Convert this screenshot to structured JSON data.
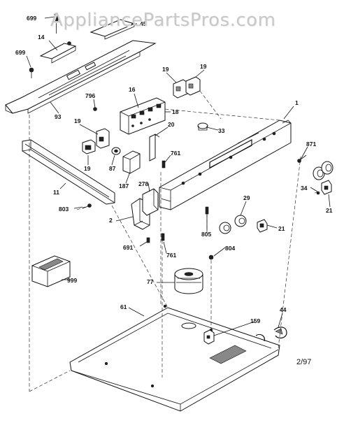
{
  "watermark": "AppliancePartsPros.com",
  "date_stamp": "2/97",
  "part_labels": {
    "p699a": "699",
    "p699b": "699",
    "p14": "14",
    "p45": "45",
    "p93": "93",
    "p796": "796",
    "p16": "16",
    "p18": "18",
    "p19a": "19",
    "p19b": "19",
    "p19c": "19",
    "p19d": "19",
    "p1": "1",
    "p33": "33",
    "p20": "20",
    "p871": "871",
    "p87": "87",
    "p761a": "761",
    "p761b": "761",
    "p187": "187",
    "p11": "11",
    "p278": "278",
    "p34": "34",
    "p21a": "21",
    "p21b": "21",
    "p803": "803",
    "p29": "29",
    "p2": "2",
    "p805": "805",
    "p691": "691",
    "p804": "804",
    "p999": "999",
    "p77": "77",
    "p61": "61",
    "p44": "44",
    "p159": "159"
  }
}
